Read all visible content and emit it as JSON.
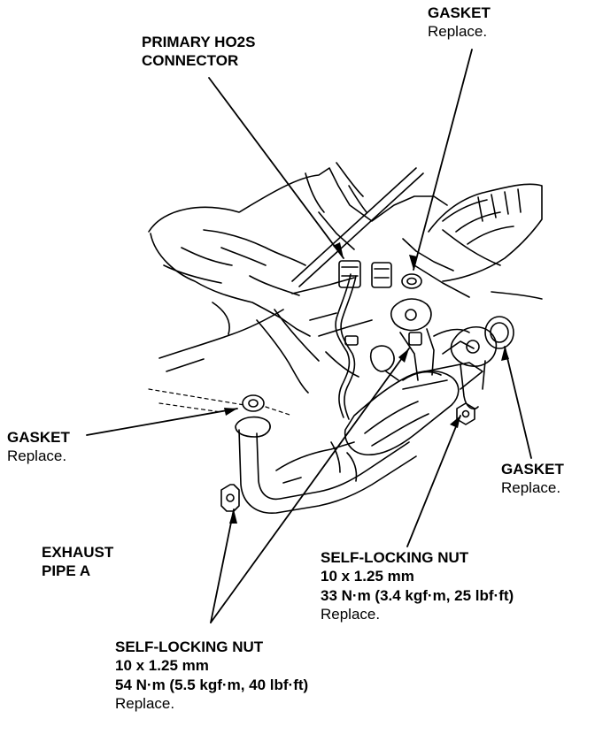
{
  "labels": {
    "gasket_top": {
      "title": "GASKET",
      "note": "Replace."
    },
    "primary_ho2s": {
      "line1": "PRIMARY HO2S",
      "line2": "CONNECTOR"
    },
    "gasket_left": {
      "title": "GASKET",
      "note": "Replace."
    },
    "gasket_right": {
      "title": "GASKET",
      "note": "Replace."
    },
    "exhaust_pipe": {
      "line1": "EXHAUST",
      "line2": "PIPE A"
    },
    "nut_right": {
      "title": "SELF-LOCKING NUT",
      "size": "10 x 1.25 mm",
      "torque": "33 N·m (3.4 kgf·m, 25 lbf·ft)",
      "note": "Replace."
    },
    "nut_bottom": {
      "title": "SELF-LOCKING NUT",
      "size": "10 x 1.25 mm",
      "torque": "54 N·m (5.5 kgf·m, 40 lbf·ft)",
      "note": "Replace."
    }
  },
  "colors": {
    "ink": "#000000",
    "background": "#ffffff"
  }
}
